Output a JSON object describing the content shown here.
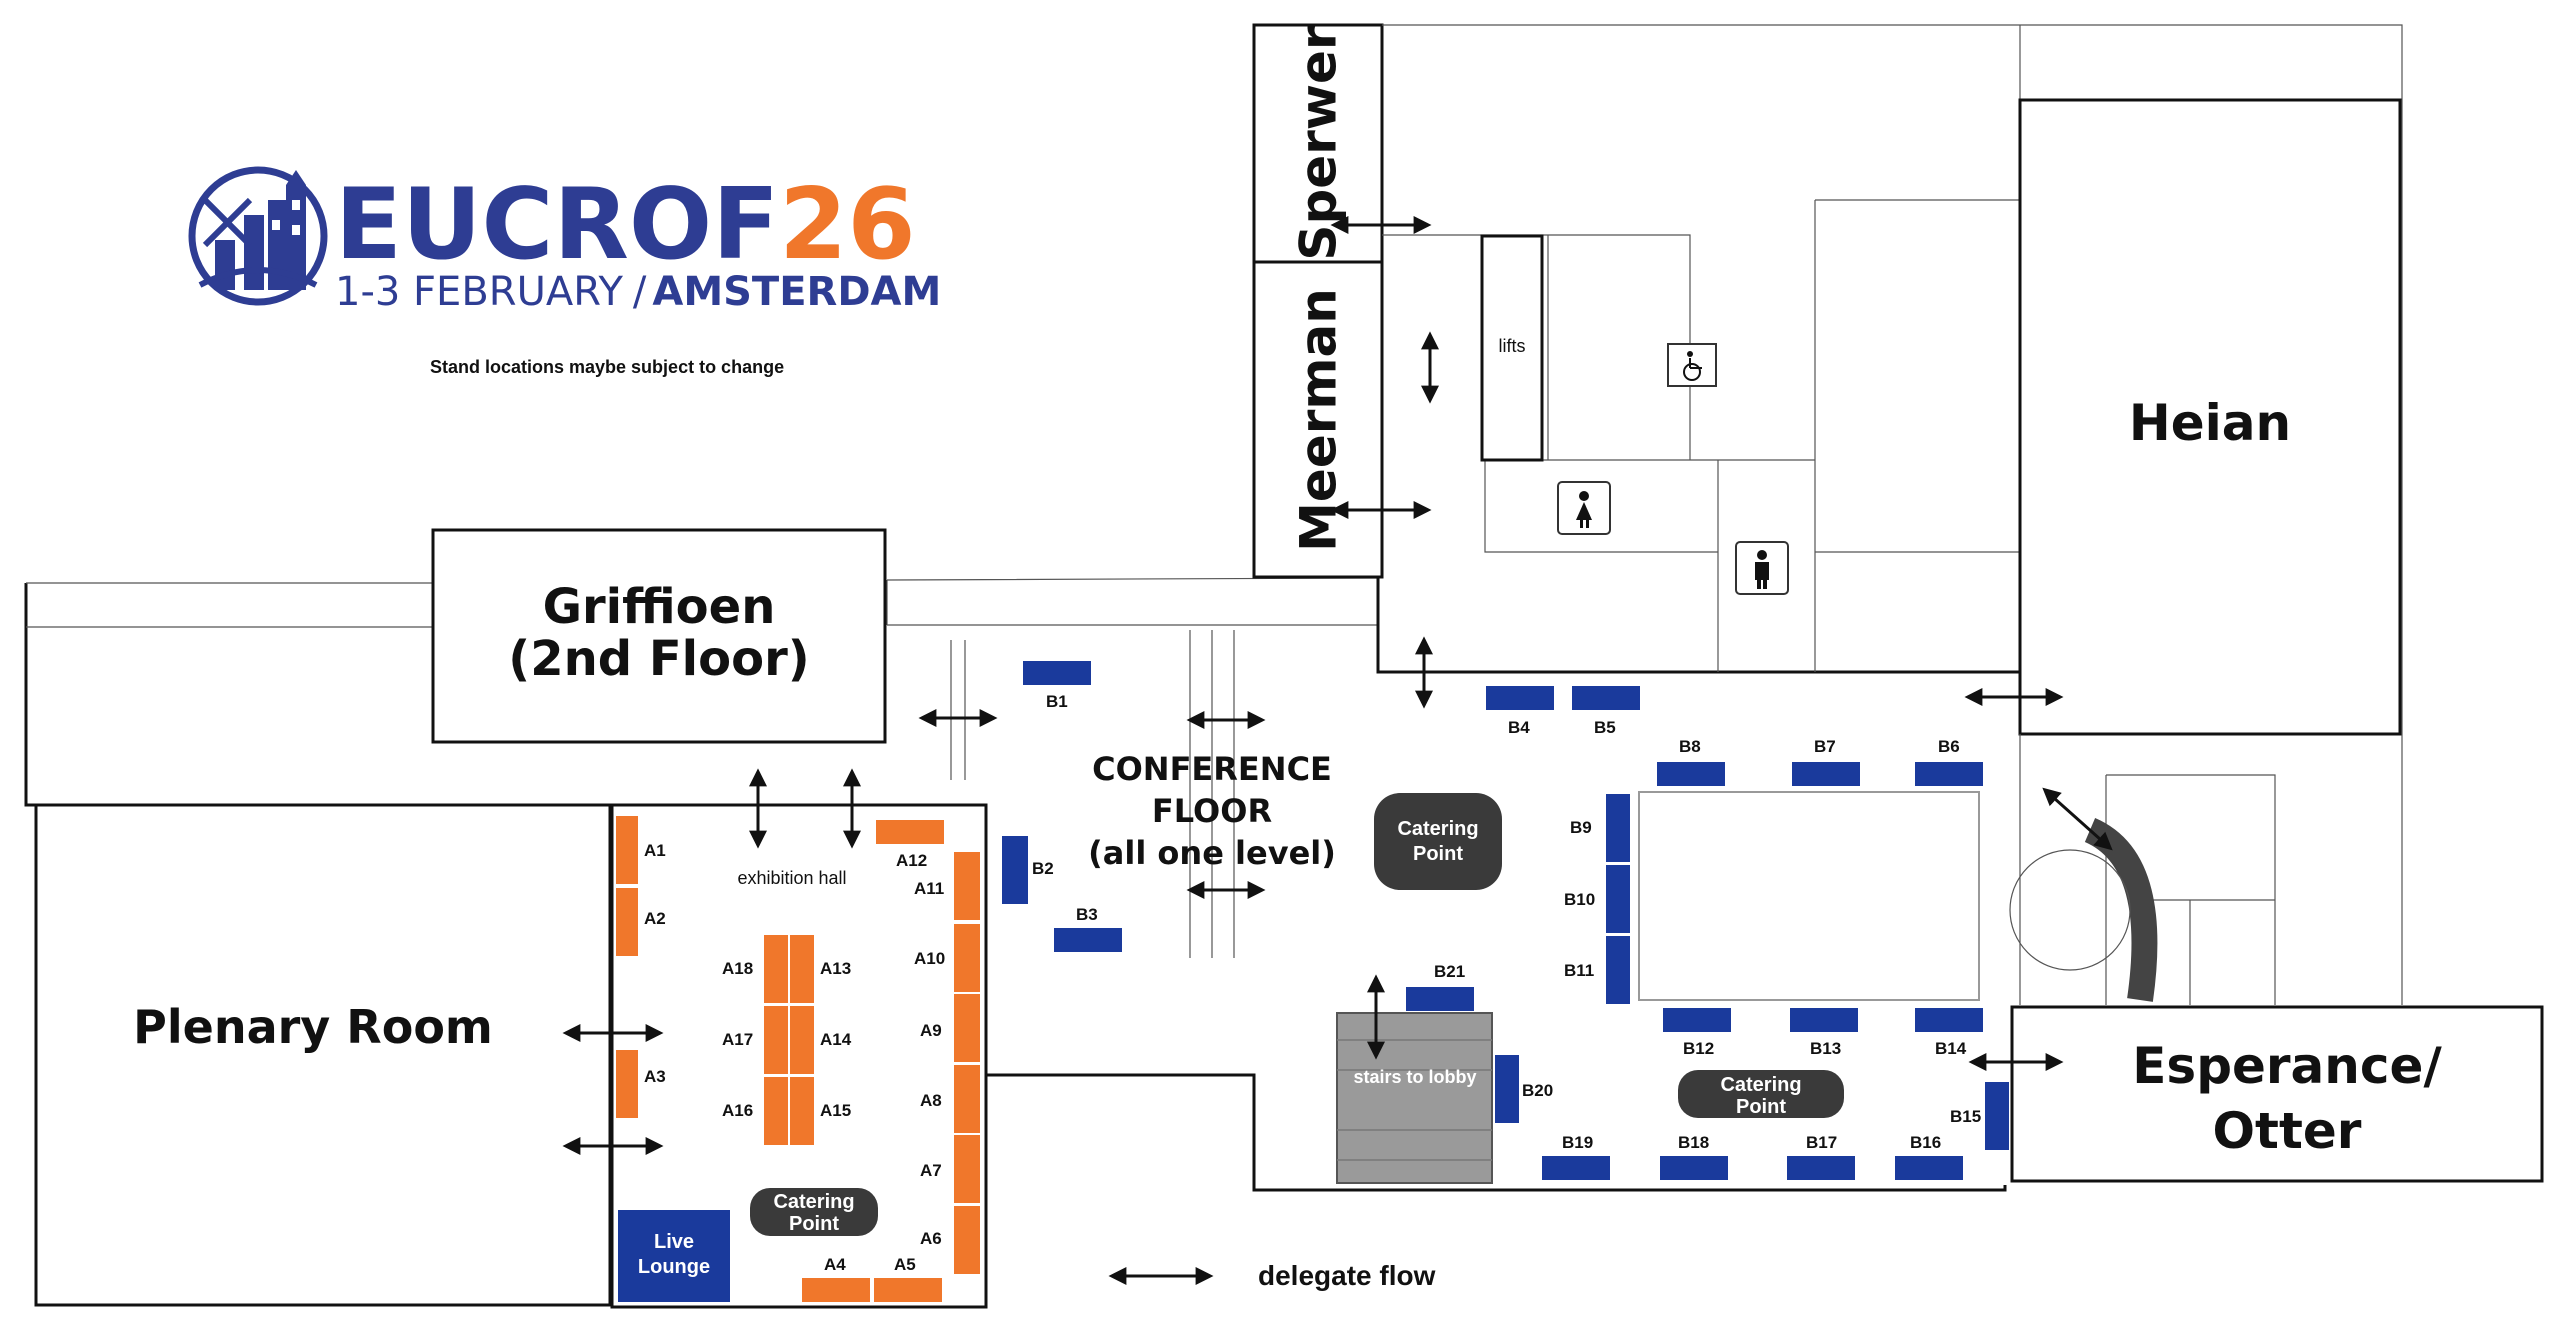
{
  "logo": {
    "name_part1": "EUCROF",
    "name_part2": "26",
    "dates": "1-3 FEBRUARY",
    "separator": "/",
    "city": "AMSTERDAM",
    "brand_color": "#2e3d93",
    "accent_color": "#f0772b"
  },
  "notice": "Stand locations maybe subject to change",
  "rooms": {
    "sperwer": "Sperwer",
    "meerman": "Meerman",
    "heian": "Heian",
    "griffioen_line1": "Griffioen",
    "griffioen_line2": "(2nd Floor)",
    "plenary": "Plenary Room",
    "esperance_line1": "Esperance/",
    "esperance_line2": "Otter",
    "conference_line1": "CONFERENCE",
    "conference_line2": "FLOOR",
    "conference_line3": "(all one level)",
    "exhibition_hall": "exhibition hall",
    "lifts": "lifts",
    "stairs": "stairs to lobby"
  },
  "catering": {
    "line1": "Catering",
    "line2": "Point"
  },
  "live_lounge": {
    "line1": "Live",
    "line2": "Lounge"
  },
  "legend": {
    "delegate_flow": "delegate flow"
  },
  "colors": {
    "stand_a": "#f0772b",
    "stand_b": "#1a3a9c",
    "catering": "#3a3a3a",
    "stairs": "#9a9a9a"
  },
  "stands_a": [
    "A1",
    "A2",
    "A3",
    "A4",
    "A5",
    "A6",
    "A7",
    "A8",
    "A9",
    "A10",
    "A11",
    "A12",
    "A13",
    "A14",
    "A15",
    "A16",
    "A17",
    "A18"
  ],
  "stands_b": [
    "B1",
    "B2",
    "B3",
    "B4",
    "B5",
    "B6",
    "B7",
    "B8",
    "B9",
    "B10",
    "B11",
    "B12",
    "B13",
    "B14",
    "B15",
    "B16",
    "B17",
    "B18",
    "B19",
    "B20",
    "B21"
  ],
  "icons": [
    "wheelchair-icon",
    "female-toilet-icon",
    "male-toilet-icon",
    "delegate-flow-arrow-icon"
  ]
}
